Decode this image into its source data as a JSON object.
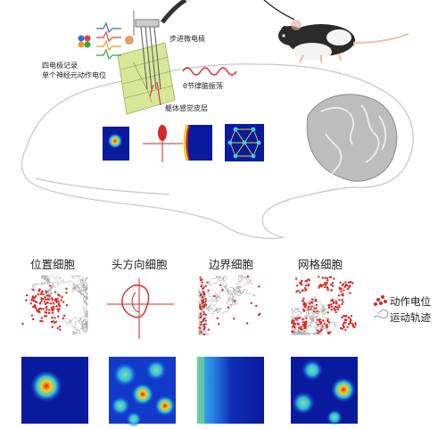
{
  "labels": {
    "electrode": "步进微电极",
    "recording_line1": "四电极记录",
    "recording_line2": "单个神经元动作电位",
    "theta": "θ节律脑振荡",
    "cortex": "躯体感觉皮层"
  },
  "cells": [
    {
      "title": "位置细胞"
    },
    {
      "title": "头方向细胞"
    },
    {
      "title": "边界细胞"
    },
    {
      "title": "网格细胞"
    }
  ],
  "legend": {
    "spikes": "动作电位",
    "trajectory": "运动轨迹"
  },
  "colors": {
    "spike": "#d42a2a",
    "trajectory": "#9a9a9a",
    "heatmap_bg": "#0a1a9e",
    "brain_outline": "#cccccc",
    "cortex_patch": "#d8e79a"
  }
}
